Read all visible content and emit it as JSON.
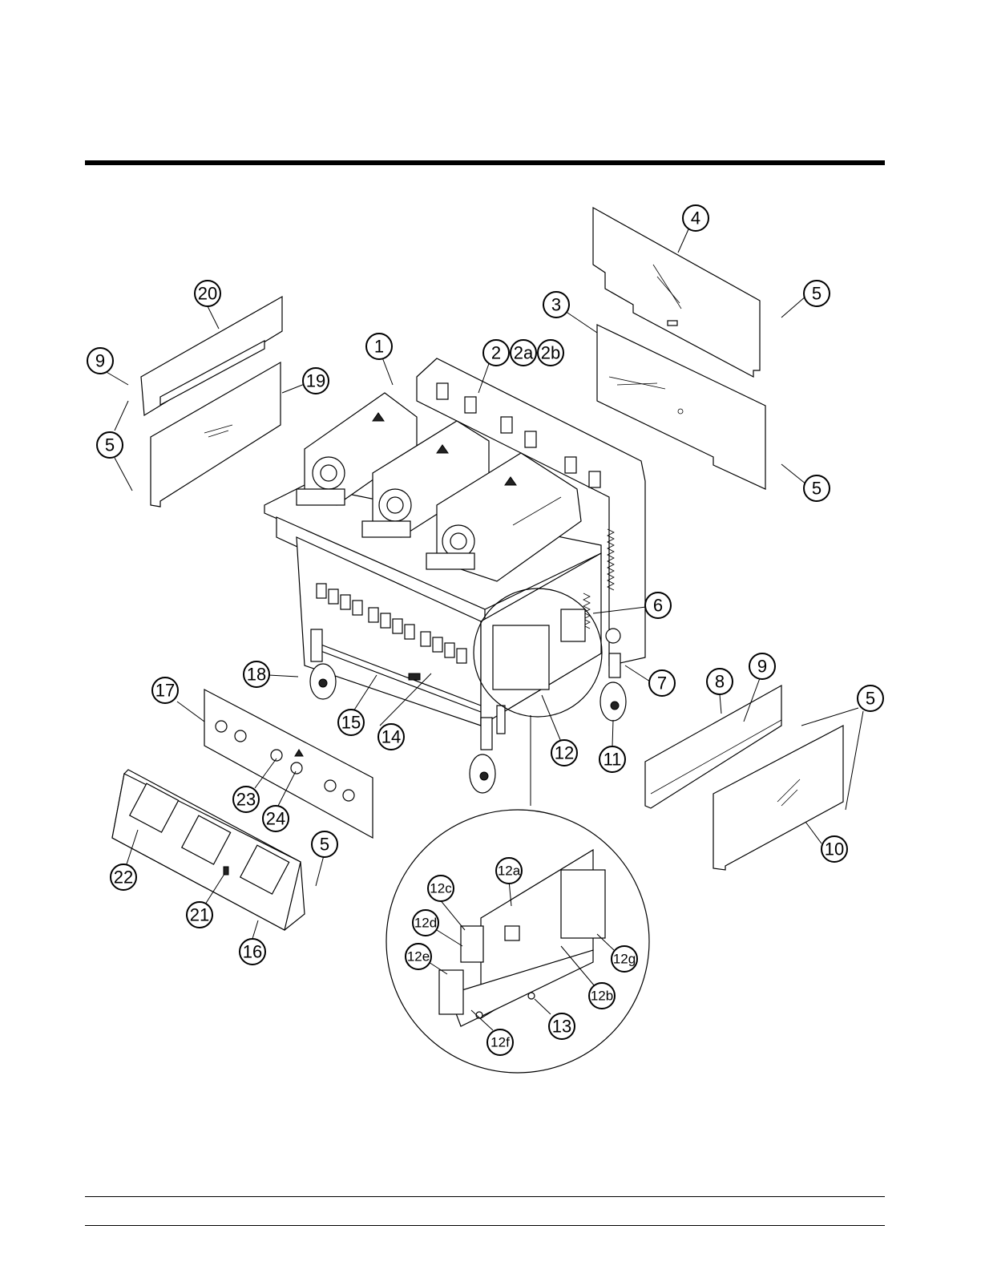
{
  "callouts": [
    {
      "id": "c1",
      "label": "1"
    },
    {
      "id": "c2",
      "label": "2"
    },
    {
      "id": "c2a",
      "label": "2a"
    },
    {
      "id": "c2b",
      "label": "2b"
    },
    {
      "id": "c3",
      "label": "3"
    },
    {
      "id": "c4",
      "label": "4"
    },
    {
      "id": "c5a",
      "label": "5"
    },
    {
      "id": "c5b",
      "label": "5"
    },
    {
      "id": "c5c",
      "label": "5"
    },
    {
      "id": "c5d",
      "label": "5"
    },
    {
      "id": "c5e",
      "label": "5"
    },
    {
      "id": "c6",
      "label": "6"
    },
    {
      "id": "c7",
      "label": "7"
    },
    {
      "id": "c8",
      "label": "8"
    },
    {
      "id": "c9a",
      "label": "9"
    },
    {
      "id": "c9b",
      "label": "9"
    },
    {
      "id": "c10",
      "label": "10"
    },
    {
      "id": "c11",
      "label": "11"
    },
    {
      "id": "c12",
      "label": "12"
    },
    {
      "id": "c12a",
      "label": "12a"
    },
    {
      "id": "c12b",
      "label": "12b"
    },
    {
      "id": "c12c",
      "label": "12c"
    },
    {
      "id": "c12d",
      "label": "12d"
    },
    {
      "id": "c12e",
      "label": "12e"
    },
    {
      "id": "c12f",
      "label": "12f"
    },
    {
      "id": "c12g",
      "label": "12g"
    },
    {
      "id": "c13",
      "label": "13"
    },
    {
      "id": "c14",
      "label": "14"
    },
    {
      "id": "c15",
      "label": "15"
    },
    {
      "id": "c16",
      "label": "16"
    },
    {
      "id": "c17",
      "label": "17"
    },
    {
      "id": "c18",
      "label": "18"
    },
    {
      "id": "c19",
      "label": "19"
    },
    {
      "id": "c20",
      "label": "20"
    },
    {
      "id": "c21",
      "label": "21"
    },
    {
      "id": "c22",
      "label": "22"
    },
    {
      "id": "c23",
      "label": "23"
    },
    {
      "id": "c24",
      "label": "24"
    }
  ]
}
